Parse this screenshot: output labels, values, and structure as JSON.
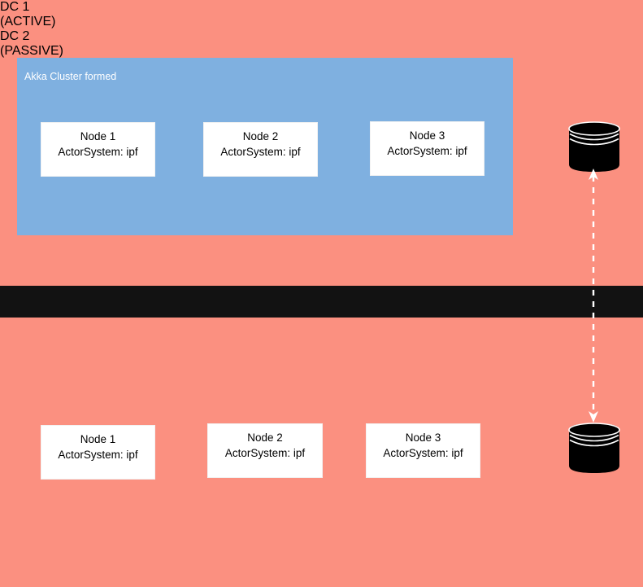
{
  "diagram": {
    "background_color": "#fb9080",
    "cluster_color": "#7fb0e0",
    "divider_color": "#121212",
    "node_fill": "#ffffff",
    "database_color": "#000000",
    "arrow_color": "#ffffff"
  },
  "datacenters": [
    {
      "id": "dc1",
      "title": "DC 1",
      "state": "(ACTIVE)",
      "cluster": {
        "label": "Akka Cluster formed",
        "nodes": [
          {
            "name": "Node 1",
            "actor_system": "ActorSystem: ipf"
          },
          {
            "name": "Node 2",
            "actor_system": "ActorSystem: ipf"
          },
          {
            "name": "Node 3",
            "actor_system": "ActorSystem: ipf"
          }
        ]
      },
      "database": {
        "icon": "database-cylinder-icon"
      }
    },
    {
      "id": "dc2",
      "title": "DC 2",
      "state": "(PASSIVE)",
      "nodes": [
        {
          "name": "Node 1",
          "actor_system": "ActorSystem: ipf"
        },
        {
          "name": "Node 2",
          "actor_system": "ActorSystem: ipf"
        },
        {
          "name": "Node 3",
          "actor_system": "ActorSystem: ipf"
        }
      ],
      "database": {
        "icon": "database-cylinder-icon"
      }
    }
  ],
  "replication": {
    "icon": "dashed-bidirectional-arrow-icon",
    "style": "dashed",
    "direction": "bidirectional"
  }
}
